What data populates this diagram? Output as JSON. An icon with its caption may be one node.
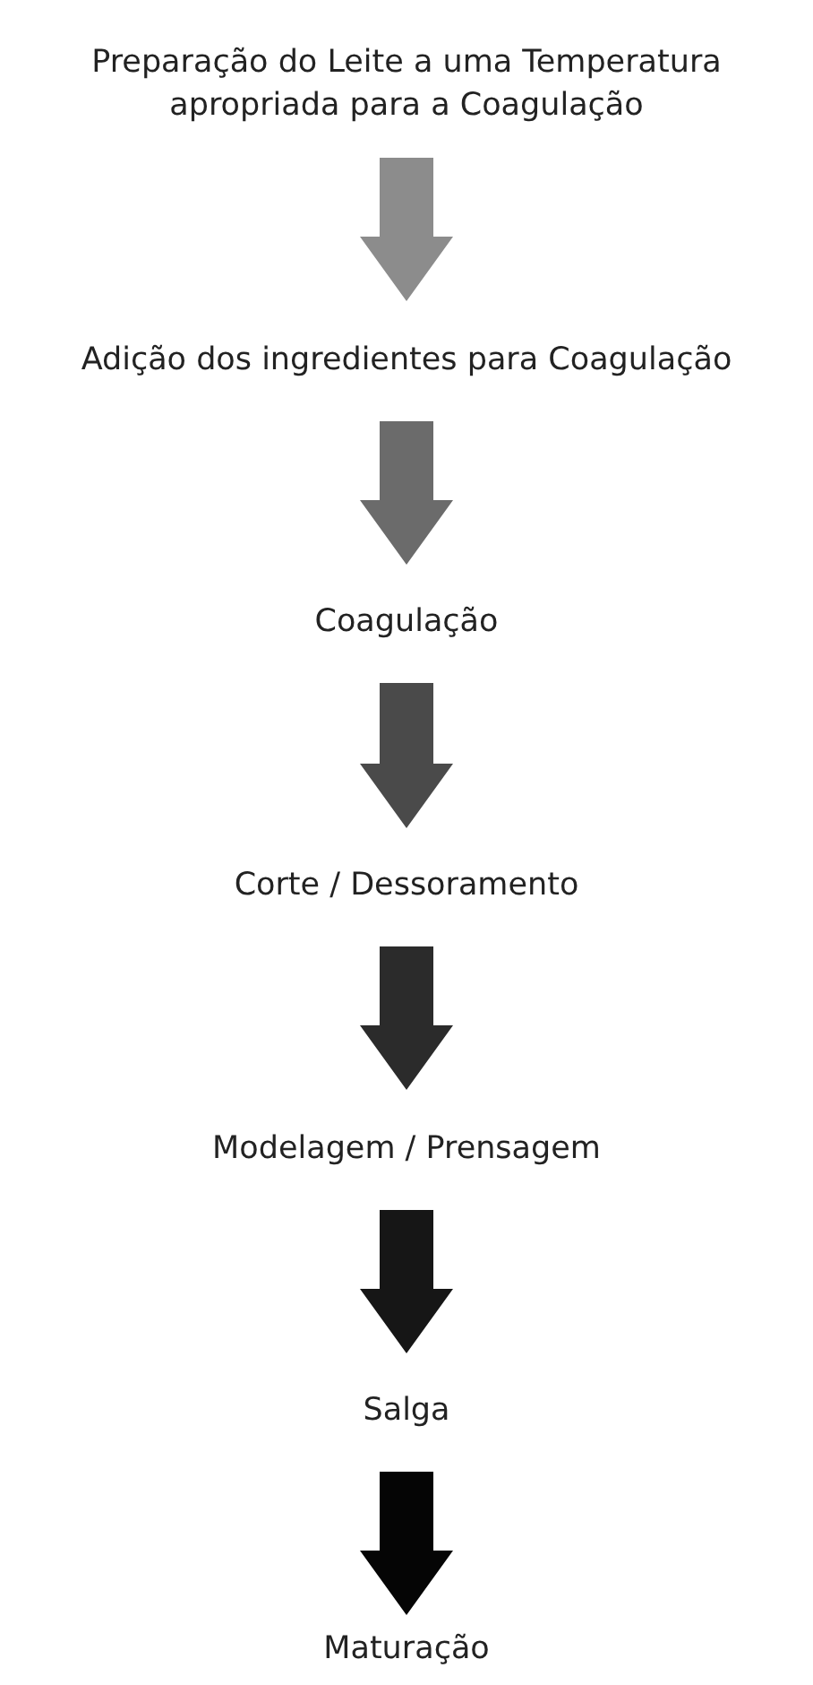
{
  "diagram": {
    "nodes": [
      {
        "text": [
          "Preparação do Leite a uma Temperatura apropriada para a Coagulação"
        ]
      },
      {
        "text": [
          "Adição dos ingredientes para Coagulação"
        ]
      },
      {
        "text": [
          "Coagulação"
        ]
      },
      {
        "text": [
          "Corte / Dessoramento"
        ]
      },
      {
        "text": [
          "Modelagem / Prensagem"
        ]
      },
      {
        "text": [
          "Salga"
        ]
      },
      {
        "text": [
          "Maturação"
        ]
      }
    ],
    "edges": [
      {
        "from": 0,
        "to": 1,
        "arrow": "to",
        "style": "thick",
        "color": "#8c8c8c"
      },
      {
        "from": 1,
        "to": 2,
        "arrow": "to",
        "style": "thick",
        "color": "#6b6b6b"
      },
      {
        "from": 2,
        "to": 3,
        "arrow": "to",
        "style": "thick",
        "color": "#4a4a4a"
      },
      {
        "from": 3,
        "to": 4,
        "arrow": "to",
        "style": "thick",
        "color": "#2b2b2b"
      },
      {
        "from": 4,
        "to": 5,
        "arrow": "to",
        "style": "thick",
        "color": "#161616"
      },
      {
        "from": 5,
        "to": 6,
        "arrow": "to",
        "style": "thick",
        "color": "#050505"
      }
    ]
  }
}
